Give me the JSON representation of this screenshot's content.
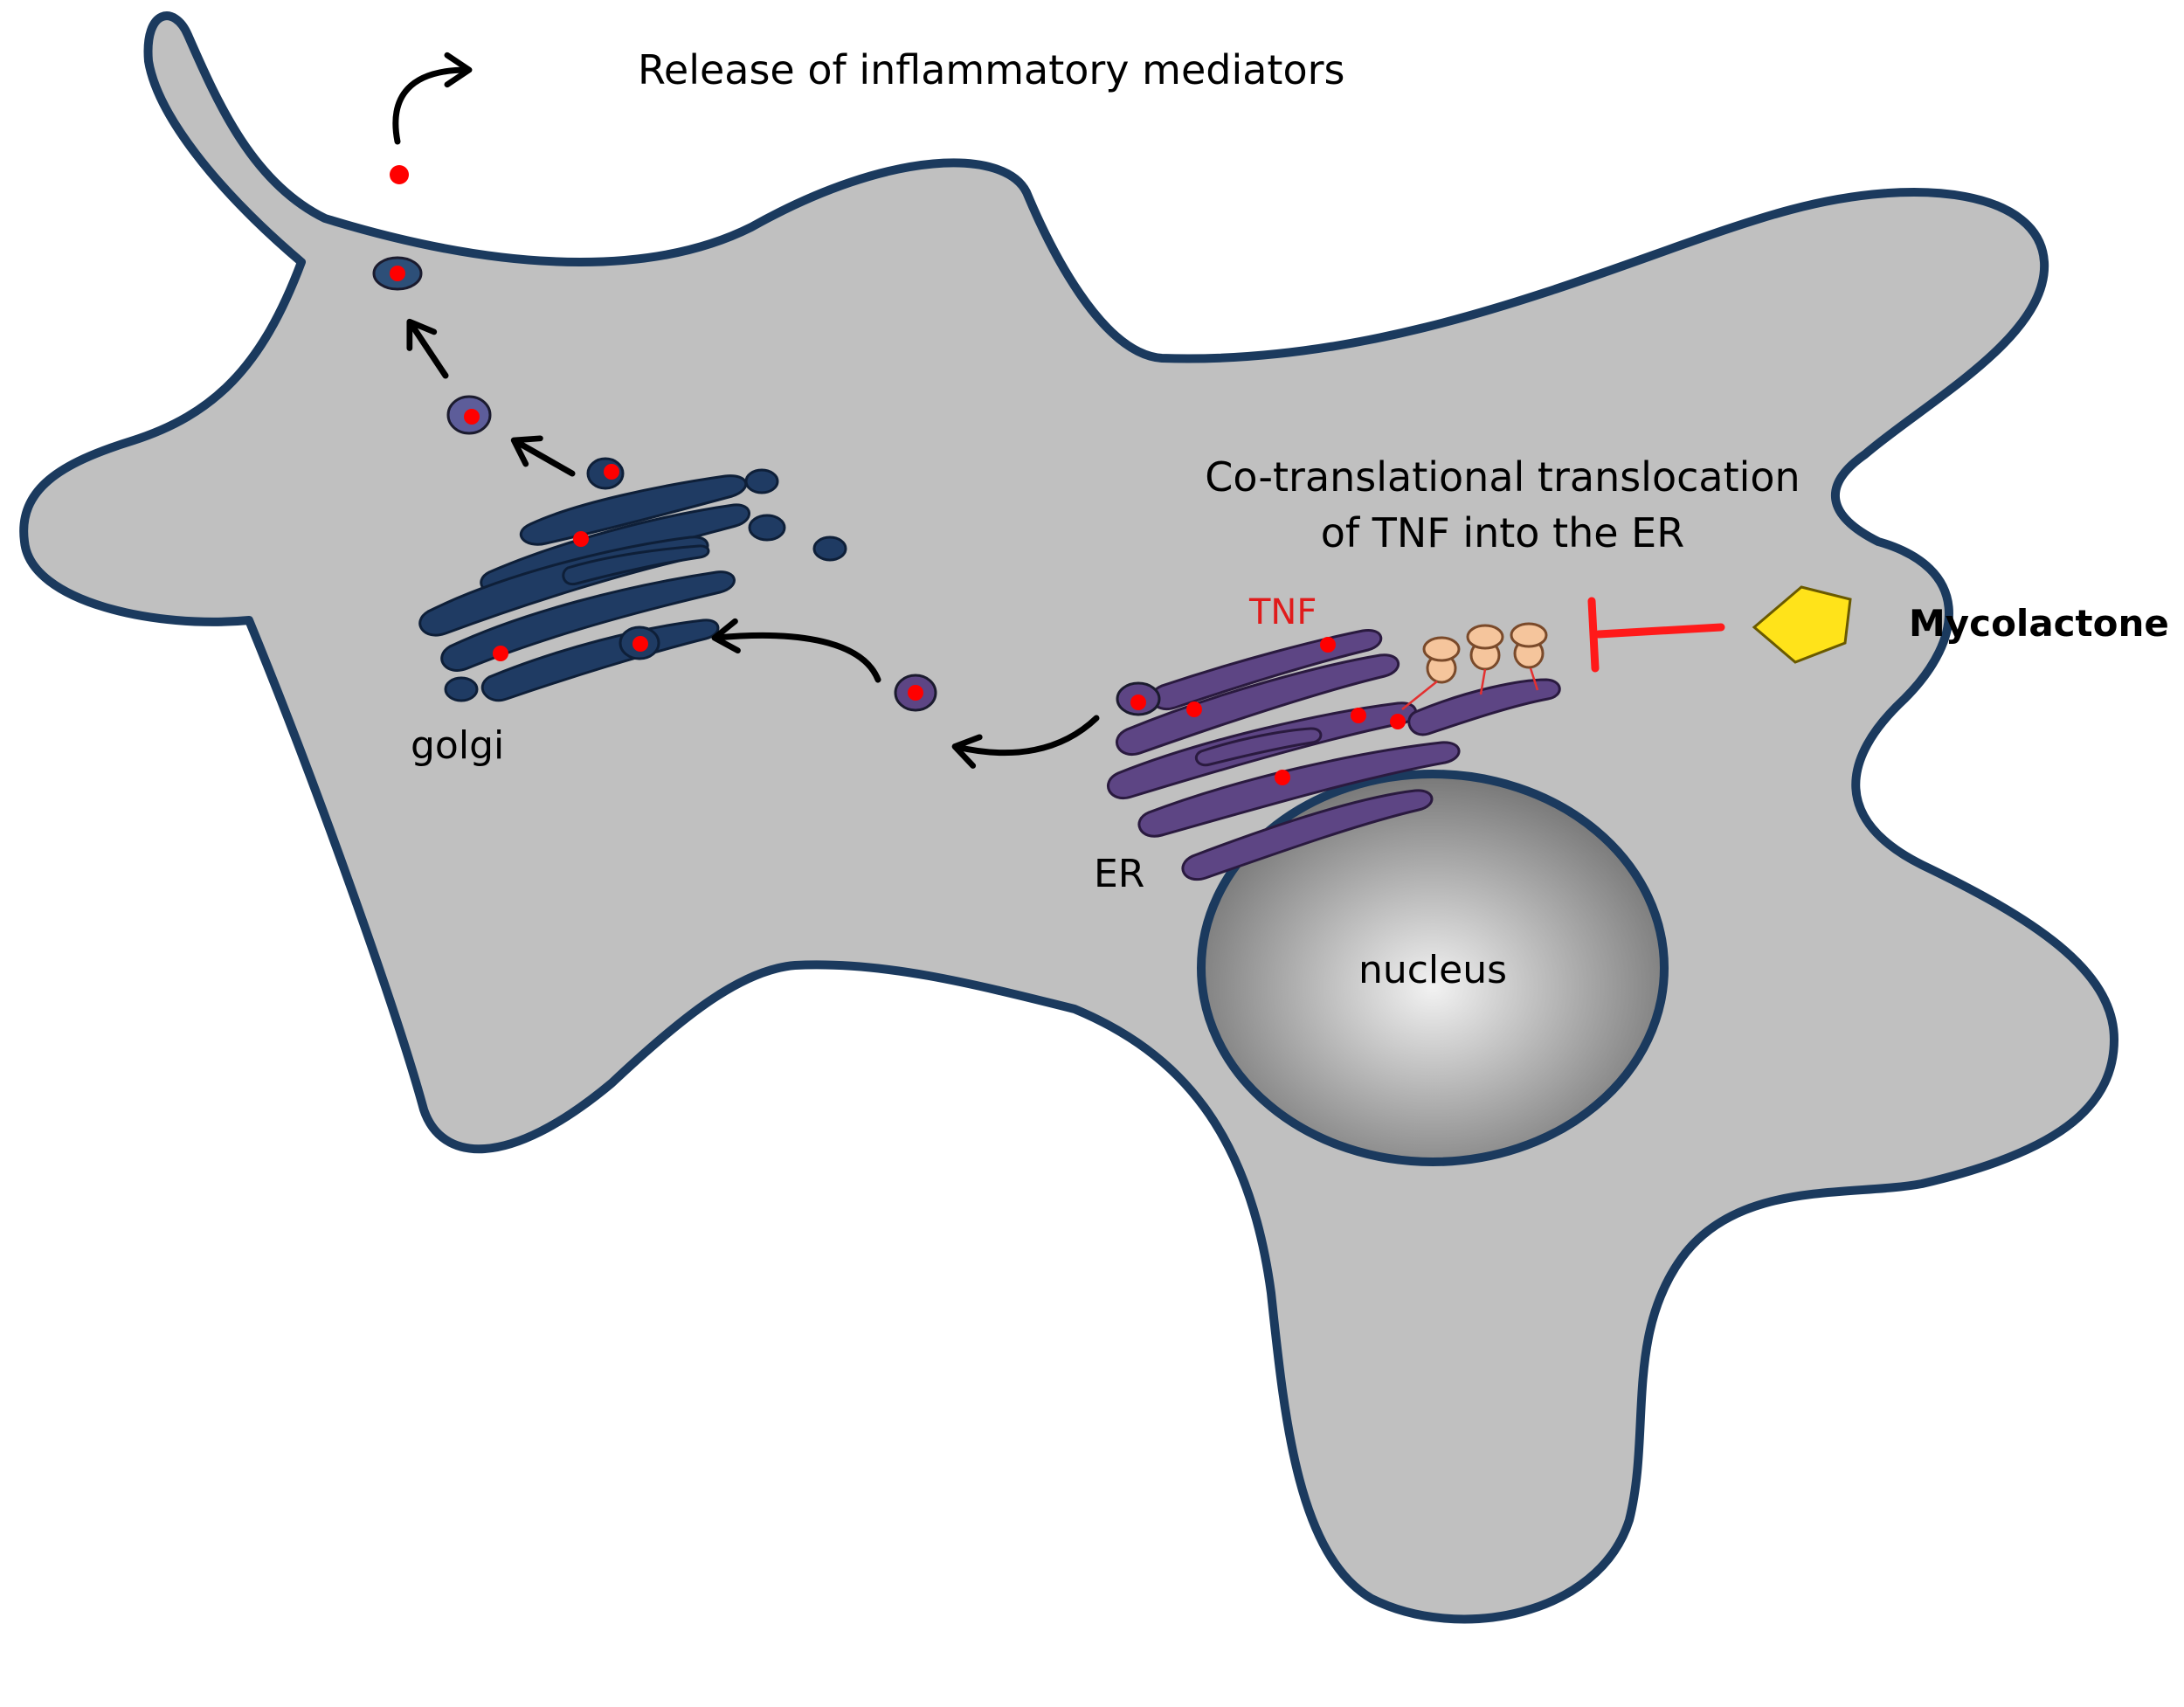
{
  "labels": {
    "release": "Release of inflammatory mediators",
    "cotranslational_line1": "Co-translational translocation",
    "cotranslational_line2": "of TNF into the ER",
    "tnf": "TNF",
    "mycolactone": "Mycolactone",
    "golgi": "golgi",
    "er": "ER",
    "nucleus": "nucleus"
  },
  "colors": {
    "cell_fill": "#c0c0c0",
    "membrane": "#1b3a5e",
    "golgi": "#1f3b63",
    "er": "#5d4584",
    "cargo": "#ff0000",
    "inhibition": "#ff1a1a",
    "mycolactone": "#ffe31a",
    "ribosome": "#f5c59c"
  }
}
